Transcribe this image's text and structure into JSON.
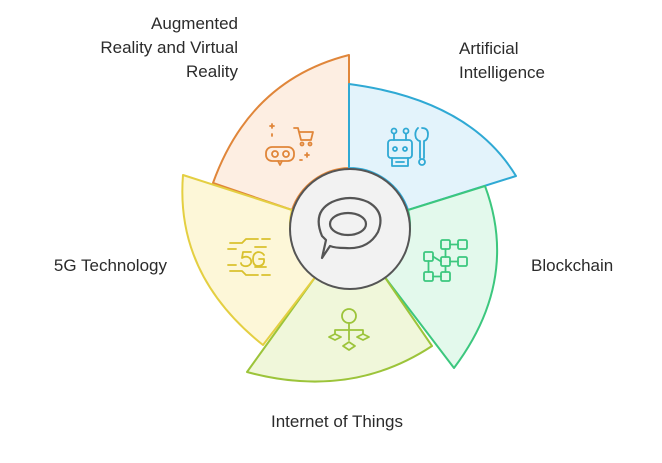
{
  "segments": [
    {
      "key": "ar-vr",
      "label_lines": [
        "Augmented",
        "Reality and Virtual",
        "Reality"
      ],
      "icon": "vr-headset-cart-icon",
      "fill": "#fdeee2",
      "stroke": "#e0863a"
    },
    {
      "key": "ai",
      "label_lines": [
        "Artificial",
        "Intelligence"
      ],
      "icon": "robot-wrench-icon",
      "fill": "#e3f3fb",
      "stroke": "#2fa9d4"
    },
    {
      "key": "blockchain",
      "label_lines": [
        "Blockchain"
      ],
      "icon": "block-network-icon",
      "fill": "#e3f9ec",
      "stroke": "#3cc77e"
    },
    {
      "key": "iot",
      "label_lines": [
        "Internet of Things"
      ],
      "icon": "connected-nodes-icon",
      "fill": "#f0f7da",
      "stroke": "#9cc43a"
    },
    {
      "key": "5g",
      "label_lines": [
        "5G Technology"
      ],
      "icon": "5g-signal-icon",
      "fill": "#fdf7d8",
      "stroke": "#e4cf42"
    }
  ],
  "center": {
    "icon": "speech-bubble-icon",
    "fill": "#f2f2f2",
    "stroke": "#555555"
  }
}
